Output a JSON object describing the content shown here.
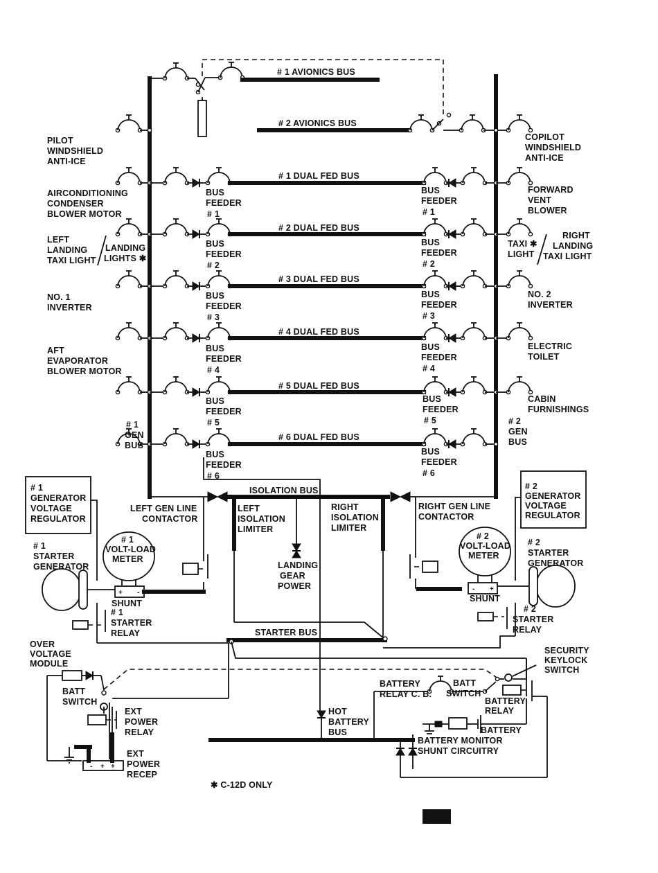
{
  "buses": {
    "avionics1": "# 1 AVIONICS BUS",
    "avionics2": "# 2 AVIONICS BUS",
    "dual": [
      "# 1 DUAL FED BUS",
      "# 2 DUAL FED BUS",
      "# 3 DUAL FED BUS",
      "# 4 DUAL FED BUS",
      "# 5 DUAL FED BUS",
      "# 6 DUAL FED BUS"
    ],
    "isolation": "ISOLATION BUS",
    "starter": "STARTER BUS"
  },
  "feeder": {
    "word1": "BUS",
    "word2": "FEEDER",
    "numbers": [
      "# 1",
      "# 2",
      "# 3",
      "# 4",
      "# 5",
      "# 6"
    ]
  },
  "left_loads": {
    "pilot_ws": [
      "PILOT",
      "WINDSHIELD",
      "ANTI-ICE"
    ],
    "aircon": [
      "AIRCONDITIONING",
      "CONDENSER",
      "BLOWER MOTOR"
    ],
    "landing": [
      "LEFT",
      "LANDING",
      "TAXI LIGHT"
    ],
    "landing_lights": [
      "LANDING",
      "LIGHTS ✱"
    ],
    "inverter1": [
      "NO. 1",
      "INVERTER"
    ],
    "aft_evap": [
      "AFT",
      "EVAPORATOR",
      "BLOWER MOTOR"
    ],
    "gen_bus1": [
      "# 1",
      "GEN",
      "BUS"
    ]
  },
  "right_loads": {
    "copilot_ws": [
      "COPILOT",
      "WINDSHIELD",
      "ANTI-ICE"
    ],
    "fwd_vent": [
      "FORWARD",
      "VENT",
      "BLOWER"
    ],
    "taxi": [
      "TAXI ✱",
      "LIGHT"
    ],
    "right_landing": [
      "RIGHT",
      "LANDING",
      "TAXI LIGHT"
    ],
    "inverter2": [
      "NO. 2",
      "INVERTER"
    ],
    "toilet": [
      "ELECTRIC",
      "TOILET"
    ],
    "cabin": [
      "CABIN",
      "FURNISHINGS"
    ],
    "gen_bus2": [
      "# 2",
      "GEN",
      "BUS"
    ]
  },
  "lower": {
    "gvr1": [
      "# 1",
      "GENERATOR",
      "VOLTAGE",
      "REGULATOR"
    ],
    "gvr2": [
      "# 2",
      "GENERATOR",
      "VOLTAGE",
      "REGULATOR"
    ],
    "left_contactor": [
      "LEFT GEN LINE",
      "CONTACTOR"
    ],
    "right_contactor": [
      "RIGHT GEN LINE",
      "CONTACTOR"
    ],
    "left_limiter": [
      "LEFT",
      "ISOLATION",
      "LIMITER"
    ],
    "right_limiter": [
      "RIGHT",
      "ISOLATION",
      "LIMITER"
    ],
    "landing_gear": [
      "LANDING",
      "GEAR",
      "POWER"
    ],
    "vlm1": [
      "# 1",
      "VOLT-LOAD",
      "METER"
    ],
    "vlm2": [
      "# 2",
      "VOLT-LOAD",
      "METER"
    ],
    "starter_gen1": [
      "# 1",
      "STARTER",
      "GENERATOR"
    ],
    "starter_gen2": [
      "# 2",
      "STARTER",
      "GENERATOR"
    ],
    "shunt": "SHUNT",
    "starter_relay1": [
      "# 1",
      "STARTER",
      "RELAY"
    ],
    "starter_relay2": [
      "# 2",
      "STARTER",
      "RELAY"
    ],
    "over_voltage": [
      "OVER",
      "VOLTAGE",
      "MODULE"
    ],
    "batt_switch_left": [
      "BATT",
      "SWITCH"
    ],
    "ext_power_relay": [
      "EXT",
      "POWER",
      "RELAY"
    ],
    "ext_power_recep": [
      "EXT",
      "POWER",
      "RECEP"
    ],
    "hot_battery": [
      "HOT",
      "BATTERY",
      "BUS"
    ],
    "batt_relay_cb": [
      "BATTERY",
      "RELAY C. B."
    ],
    "batt_switch_right": [
      "BATT",
      "SWITCH"
    ],
    "battery_relay": [
      "BATTERY",
      "RELAY"
    ],
    "security": [
      "SECURITY",
      "KEYLOCK",
      "SWITCH"
    ],
    "battery": "BATTERY",
    "monitor": [
      "BATTERY MONITOR",
      "SHUNT CIRCUITRY"
    ],
    "footnote": "✱ C-12D  ONLY"
  }
}
